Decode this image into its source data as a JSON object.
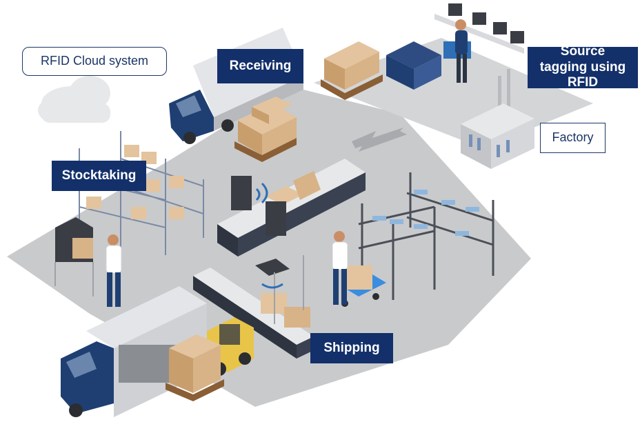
{
  "colors": {
    "label_fill": "#13306a",
    "label_text": "#ffffff",
    "outline_border": "#1a3566",
    "floor": "#c9cacc",
    "cloud_border": "#1a3566",
    "truck_cab": "#1f3f73",
    "box": "#e3c49e",
    "shelf": "#4b4f57",
    "accent_blue": "#2f6fb5"
  },
  "labels": {
    "receiving": "Receiving",
    "source_tagging": "Source tagging using RFID",
    "stocktaking": "Stocktaking",
    "shipping": "Shipping",
    "cloud": "RFID Cloud system",
    "factory": "Factory"
  },
  "icons": [
    "cloud-icon",
    "truck-icon",
    "forklift-icon",
    "conveyor-icon",
    "rfid-reader-icon",
    "worker-icon",
    "factory-icon",
    "pallet-icon",
    "shelf-icon",
    "arrow-icon"
  ]
}
